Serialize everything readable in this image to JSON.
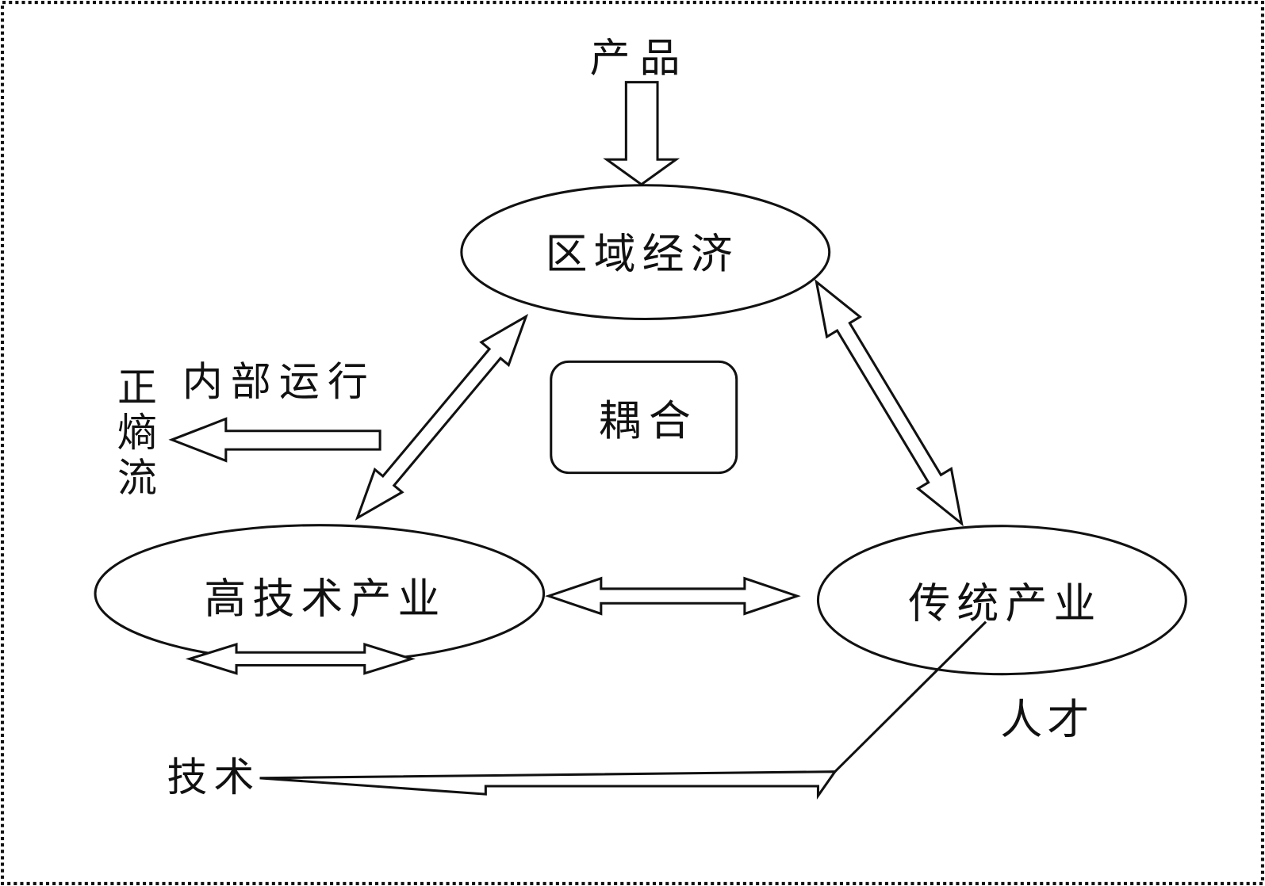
{
  "labels": {
    "product": "产品",
    "regional_economy": "区域经济",
    "coupling": "耦合",
    "internal_operation": "内部运行",
    "positive_entropy_flow": "正熵流",
    "high_tech_industry": "高技术产业",
    "traditional_industry": "传统产业",
    "talent": "人才",
    "technology": "技术"
  },
  "colors": {
    "stroke": "#111111",
    "background": "#ffffff"
  }
}
